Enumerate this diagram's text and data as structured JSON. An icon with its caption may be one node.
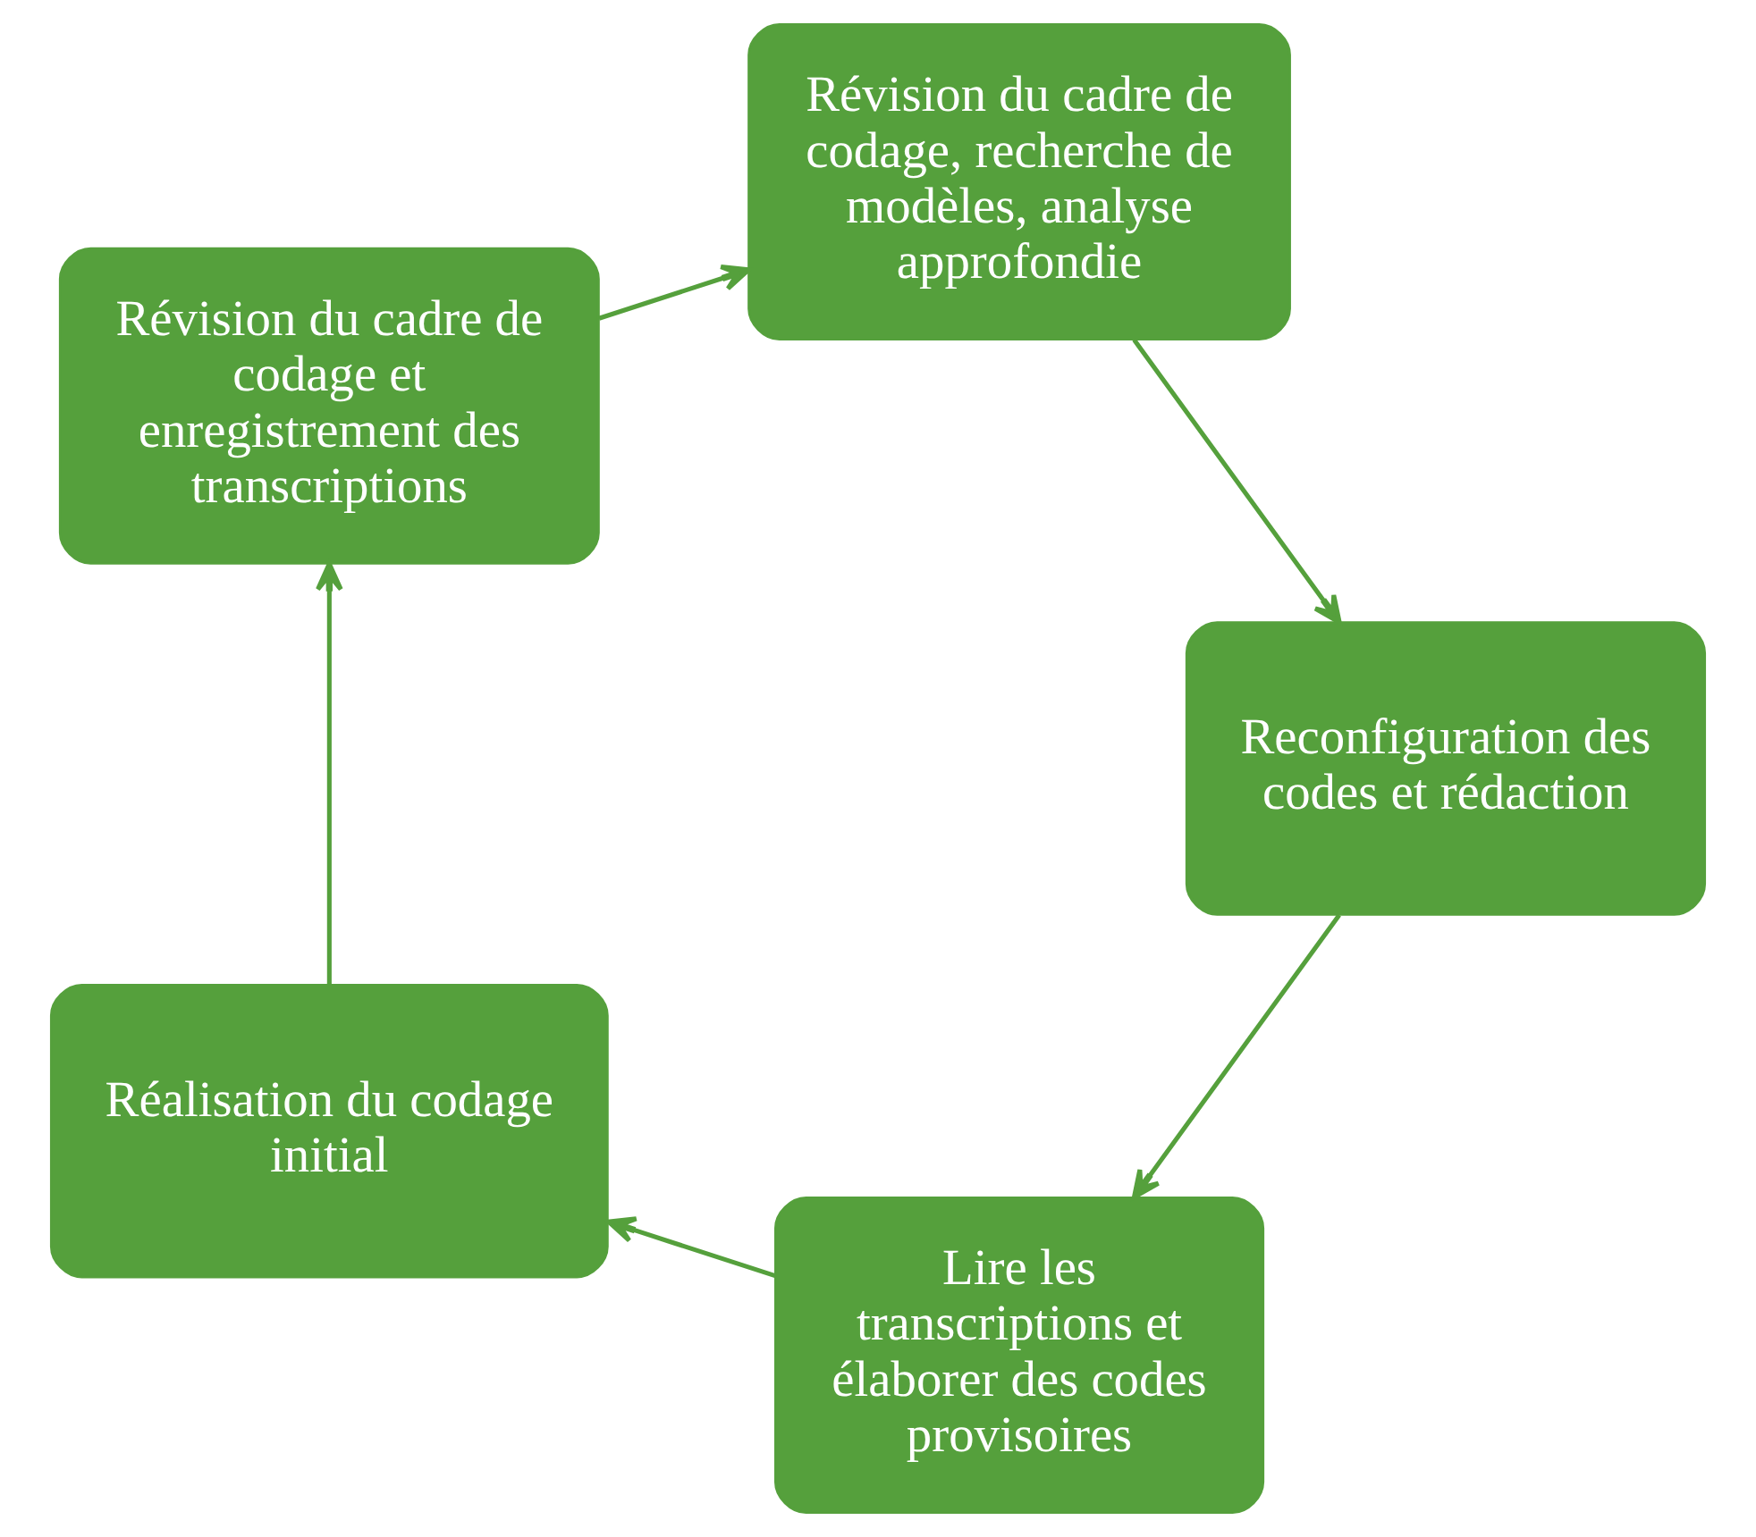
{
  "diagram": {
    "nodes": [
      {
        "text": [
          "Lire les transcriptions et élaborer des codes provisoires"
        ]
      },
      {
        "text": [
          "Réalisation du codage initial"
        ]
      },
      {
        "text": [
          "Révision du cadre de codage et enregistrement des transcriptions"
        ]
      },
      {
        "text": [
          "Révision du cadre de codage, recherche de modèles, analyse approfondie"
        ]
      },
      {
        "text": [
          "Reconfiguration des codes et rédaction"
        ]
      }
    ],
    "edges": [
      {
        "from": 0,
        "to": 1,
        "arrow": "to"
      },
      {
        "from": 1,
        "to": 2,
        "arrow": "to"
      },
      {
        "from": 2,
        "to": 3,
        "arrow": "to"
      },
      {
        "from": 3,
        "to": 4,
        "arrow": "to"
      },
      {
        "from": 4,
        "to": 0,
        "arrow": "to"
      }
    ]
  }
}
